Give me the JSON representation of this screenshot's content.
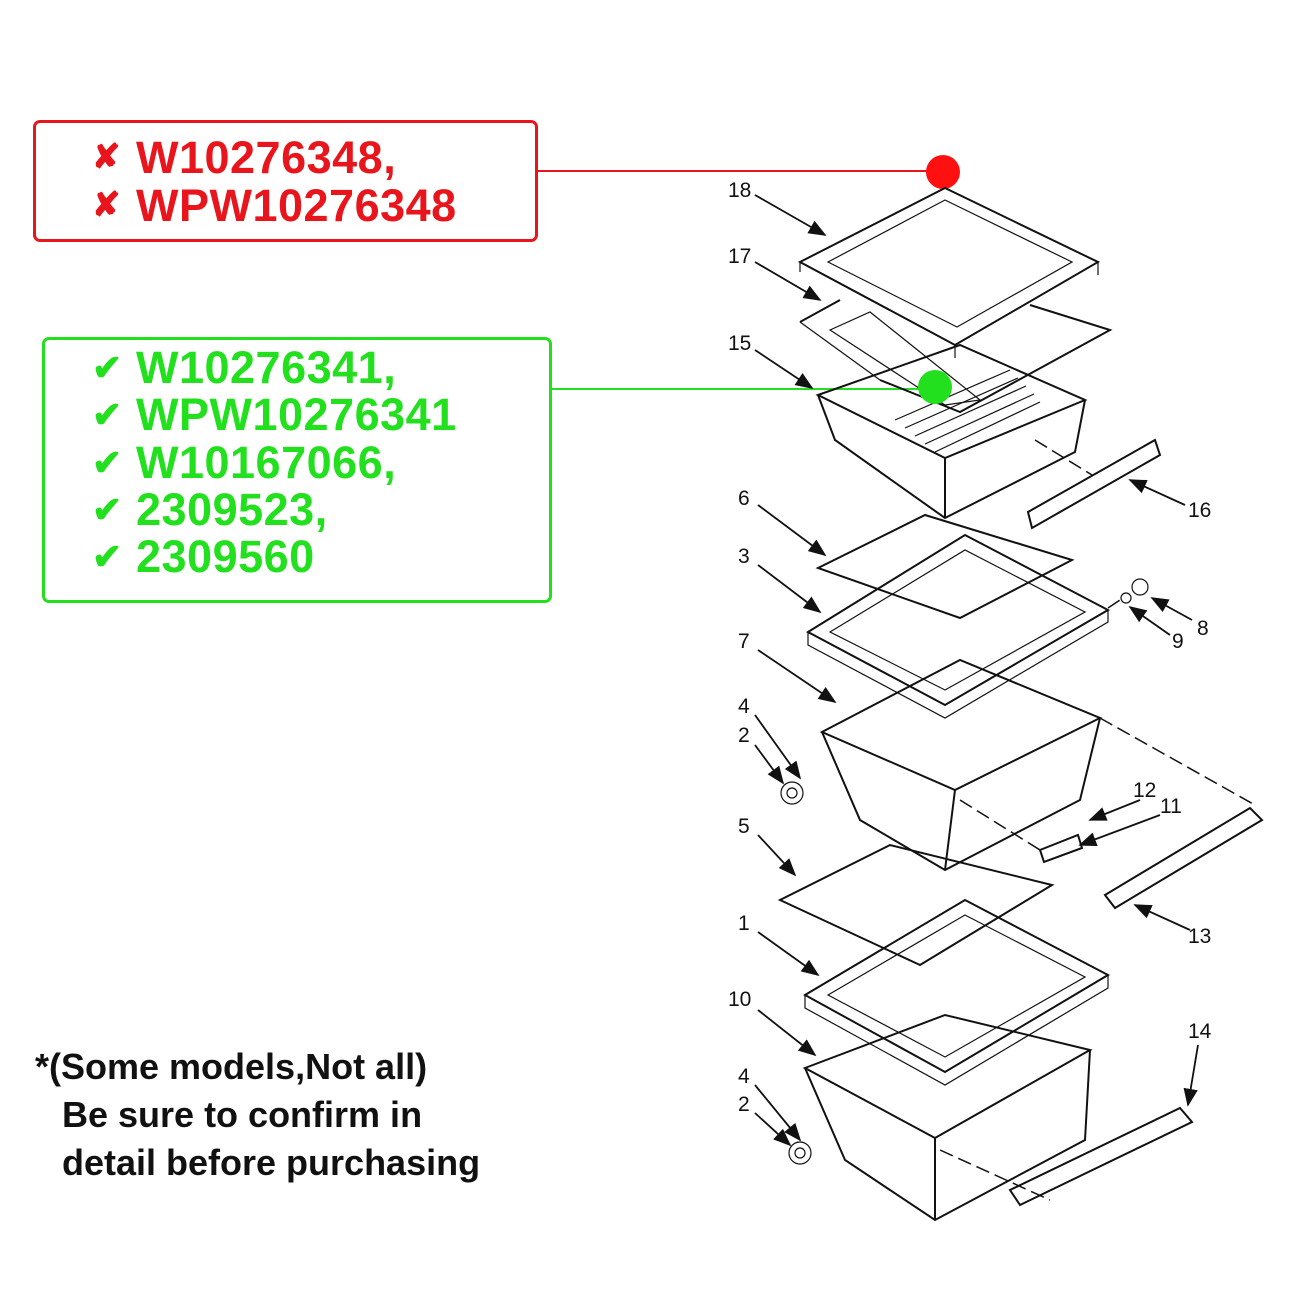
{
  "incompatible_parts": {
    "color": "#e8161c",
    "icon": "cross-icon",
    "mark": "✘",
    "items": [
      "W10276348,",
      "WPW10276348"
    ]
  },
  "compatible_parts": {
    "color": "#22e01e",
    "icon": "check-icon",
    "mark": "✔",
    "items": [
      "W10276341,",
      "WPW10276341",
      "W10167066,",
      "2309523,",
      "2309560"
    ]
  },
  "note": {
    "asterisk": "*",
    "lines": [
      "(Some models,Not all)",
      "Be sure to confirm in",
      "detail before purchasing"
    ]
  },
  "diagram": {
    "callout_labels": [
      "18",
      "17",
      "15",
      "16",
      "6",
      "3",
      "8",
      "9",
      "7",
      "4",
      "2",
      "12",
      "11",
      "5",
      "13",
      "1",
      "10",
      "14",
      "4",
      "2"
    ]
  }
}
